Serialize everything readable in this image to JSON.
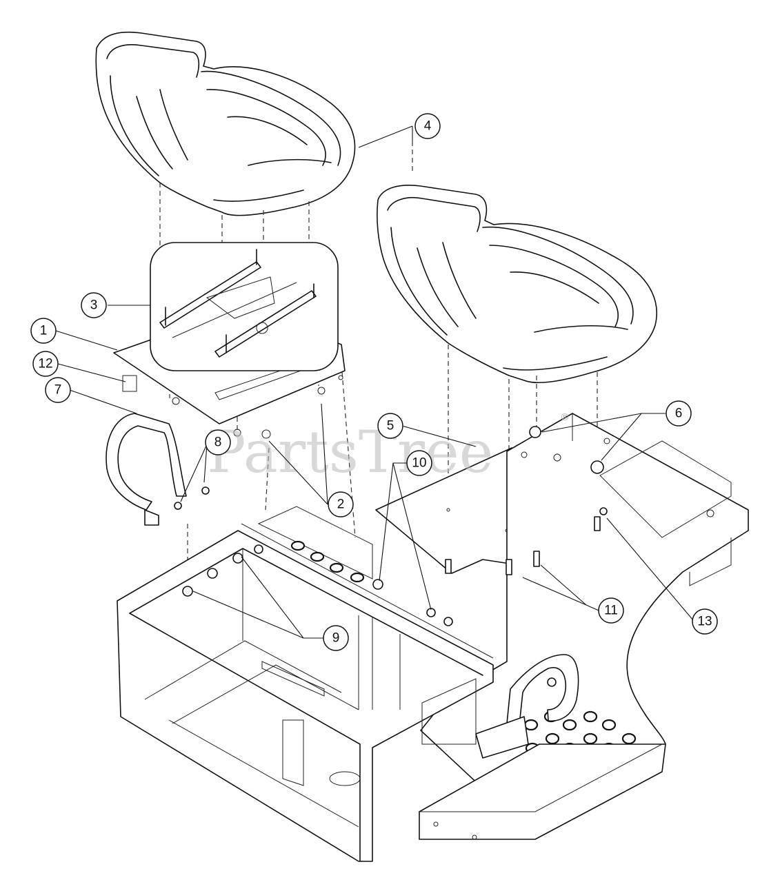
{
  "watermark": {
    "text": "PartsTree",
    "symbol": "®"
  },
  "callouts": [
    {
      "id": "callout-1",
      "label": "1"
    },
    {
      "id": "callout-2",
      "label": "2"
    },
    {
      "id": "callout-3",
      "label": "3"
    },
    {
      "id": "callout-4",
      "label": "4"
    },
    {
      "id": "callout-5",
      "label": "5"
    },
    {
      "id": "callout-6",
      "label": "6"
    },
    {
      "id": "callout-7",
      "label": "7"
    },
    {
      "id": "callout-8",
      "label": "8"
    },
    {
      "id": "callout-9",
      "label": "9"
    },
    {
      "id": "callout-10",
      "label": "10"
    },
    {
      "id": "callout-11",
      "label": "11"
    },
    {
      "id": "callout-12",
      "label": "12"
    },
    {
      "id": "callout-13",
      "label": "13"
    }
  ]
}
